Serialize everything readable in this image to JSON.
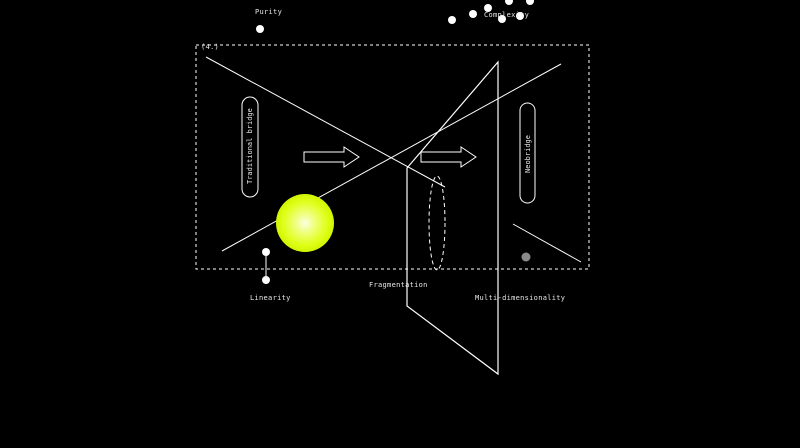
{
  "labels": {
    "purity": "Purity",
    "complexity": "Complexity",
    "frame_tag": "(4.)",
    "traditional_bridge": "Traditional bridge",
    "neobridge": "Neobridge",
    "linearity": "Linearity",
    "fragmentation": "Fragmentation",
    "multi_dimensionality": "Multi-dimensionality"
  },
  "colors": {
    "background": "#000000",
    "line": "#ffffff",
    "glow_core": "#f2ffb0",
    "glow_mid": "#dfff1a",
    "grey_dot": "#8a8a8a"
  }
}
